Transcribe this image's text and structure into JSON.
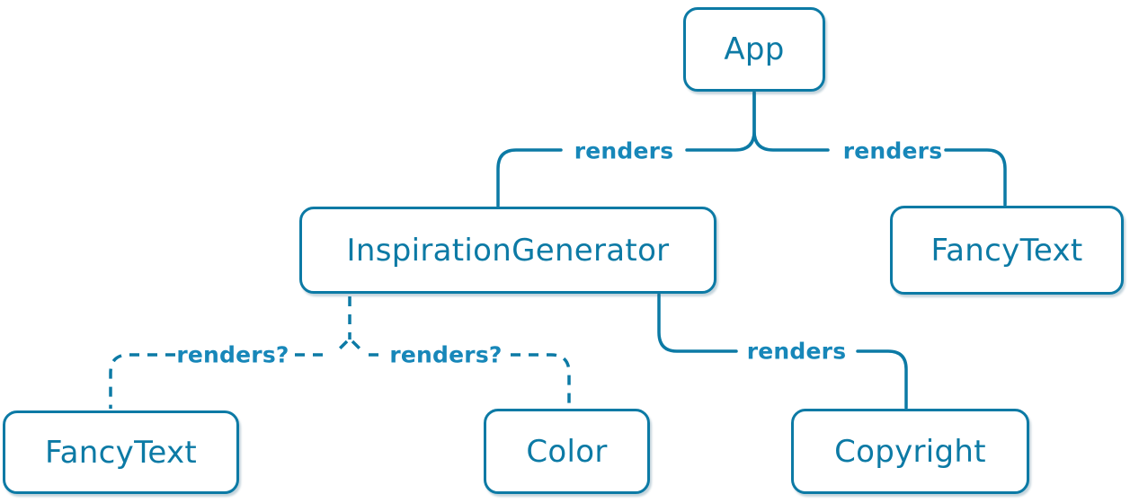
{
  "diagram": {
    "type": "component-render-tree",
    "nodes": [
      {
        "id": "app",
        "label": "App"
      },
      {
        "id": "inspiration-generator",
        "label": "InspirationGenerator"
      },
      {
        "id": "fancy-text-top",
        "label": "FancyText"
      },
      {
        "id": "fancy-text-bottom",
        "label": "FancyText"
      },
      {
        "id": "color",
        "label": "Color"
      },
      {
        "id": "copyright",
        "label": "Copyright"
      }
    ],
    "edges": [
      {
        "from": "App",
        "to": "InspirationGenerator",
        "label": "renders",
        "style": "solid"
      },
      {
        "from": "App",
        "to": "FancyText",
        "label": "renders",
        "style": "solid"
      },
      {
        "from": "InspirationGenerator",
        "to": "FancyText",
        "label": "renders?",
        "style": "dashed"
      },
      {
        "from": "InspirationGenerator",
        "to": "Color",
        "label": "renders?",
        "style": "dashed"
      },
      {
        "from": "InspirationGenerator",
        "to": "Copyright",
        "label": "renders",
        "style": "solid"
      }
    ],
    "colors": {
      "stroke": "#0c7aa5",
      "node_border": "#0c7aa5",
      "node_text": "#0c7aa5",
      "edge_label_text": "#1787b9",
      "node_background": "#ffffff",
      "page_background": "#ffffff"
    }
  }
}
